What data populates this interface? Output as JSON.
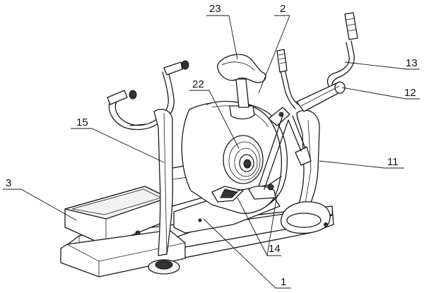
{
  "labels": {
    "l23": "23",
    "l2": "2",
    "l22": "22",
    "l13": "13",
    "l12": "12",
    "l15": "15",
    "l11": "11",
    "l3": "3",
    "l14": "14",
    "l1": "1"
  }
}
